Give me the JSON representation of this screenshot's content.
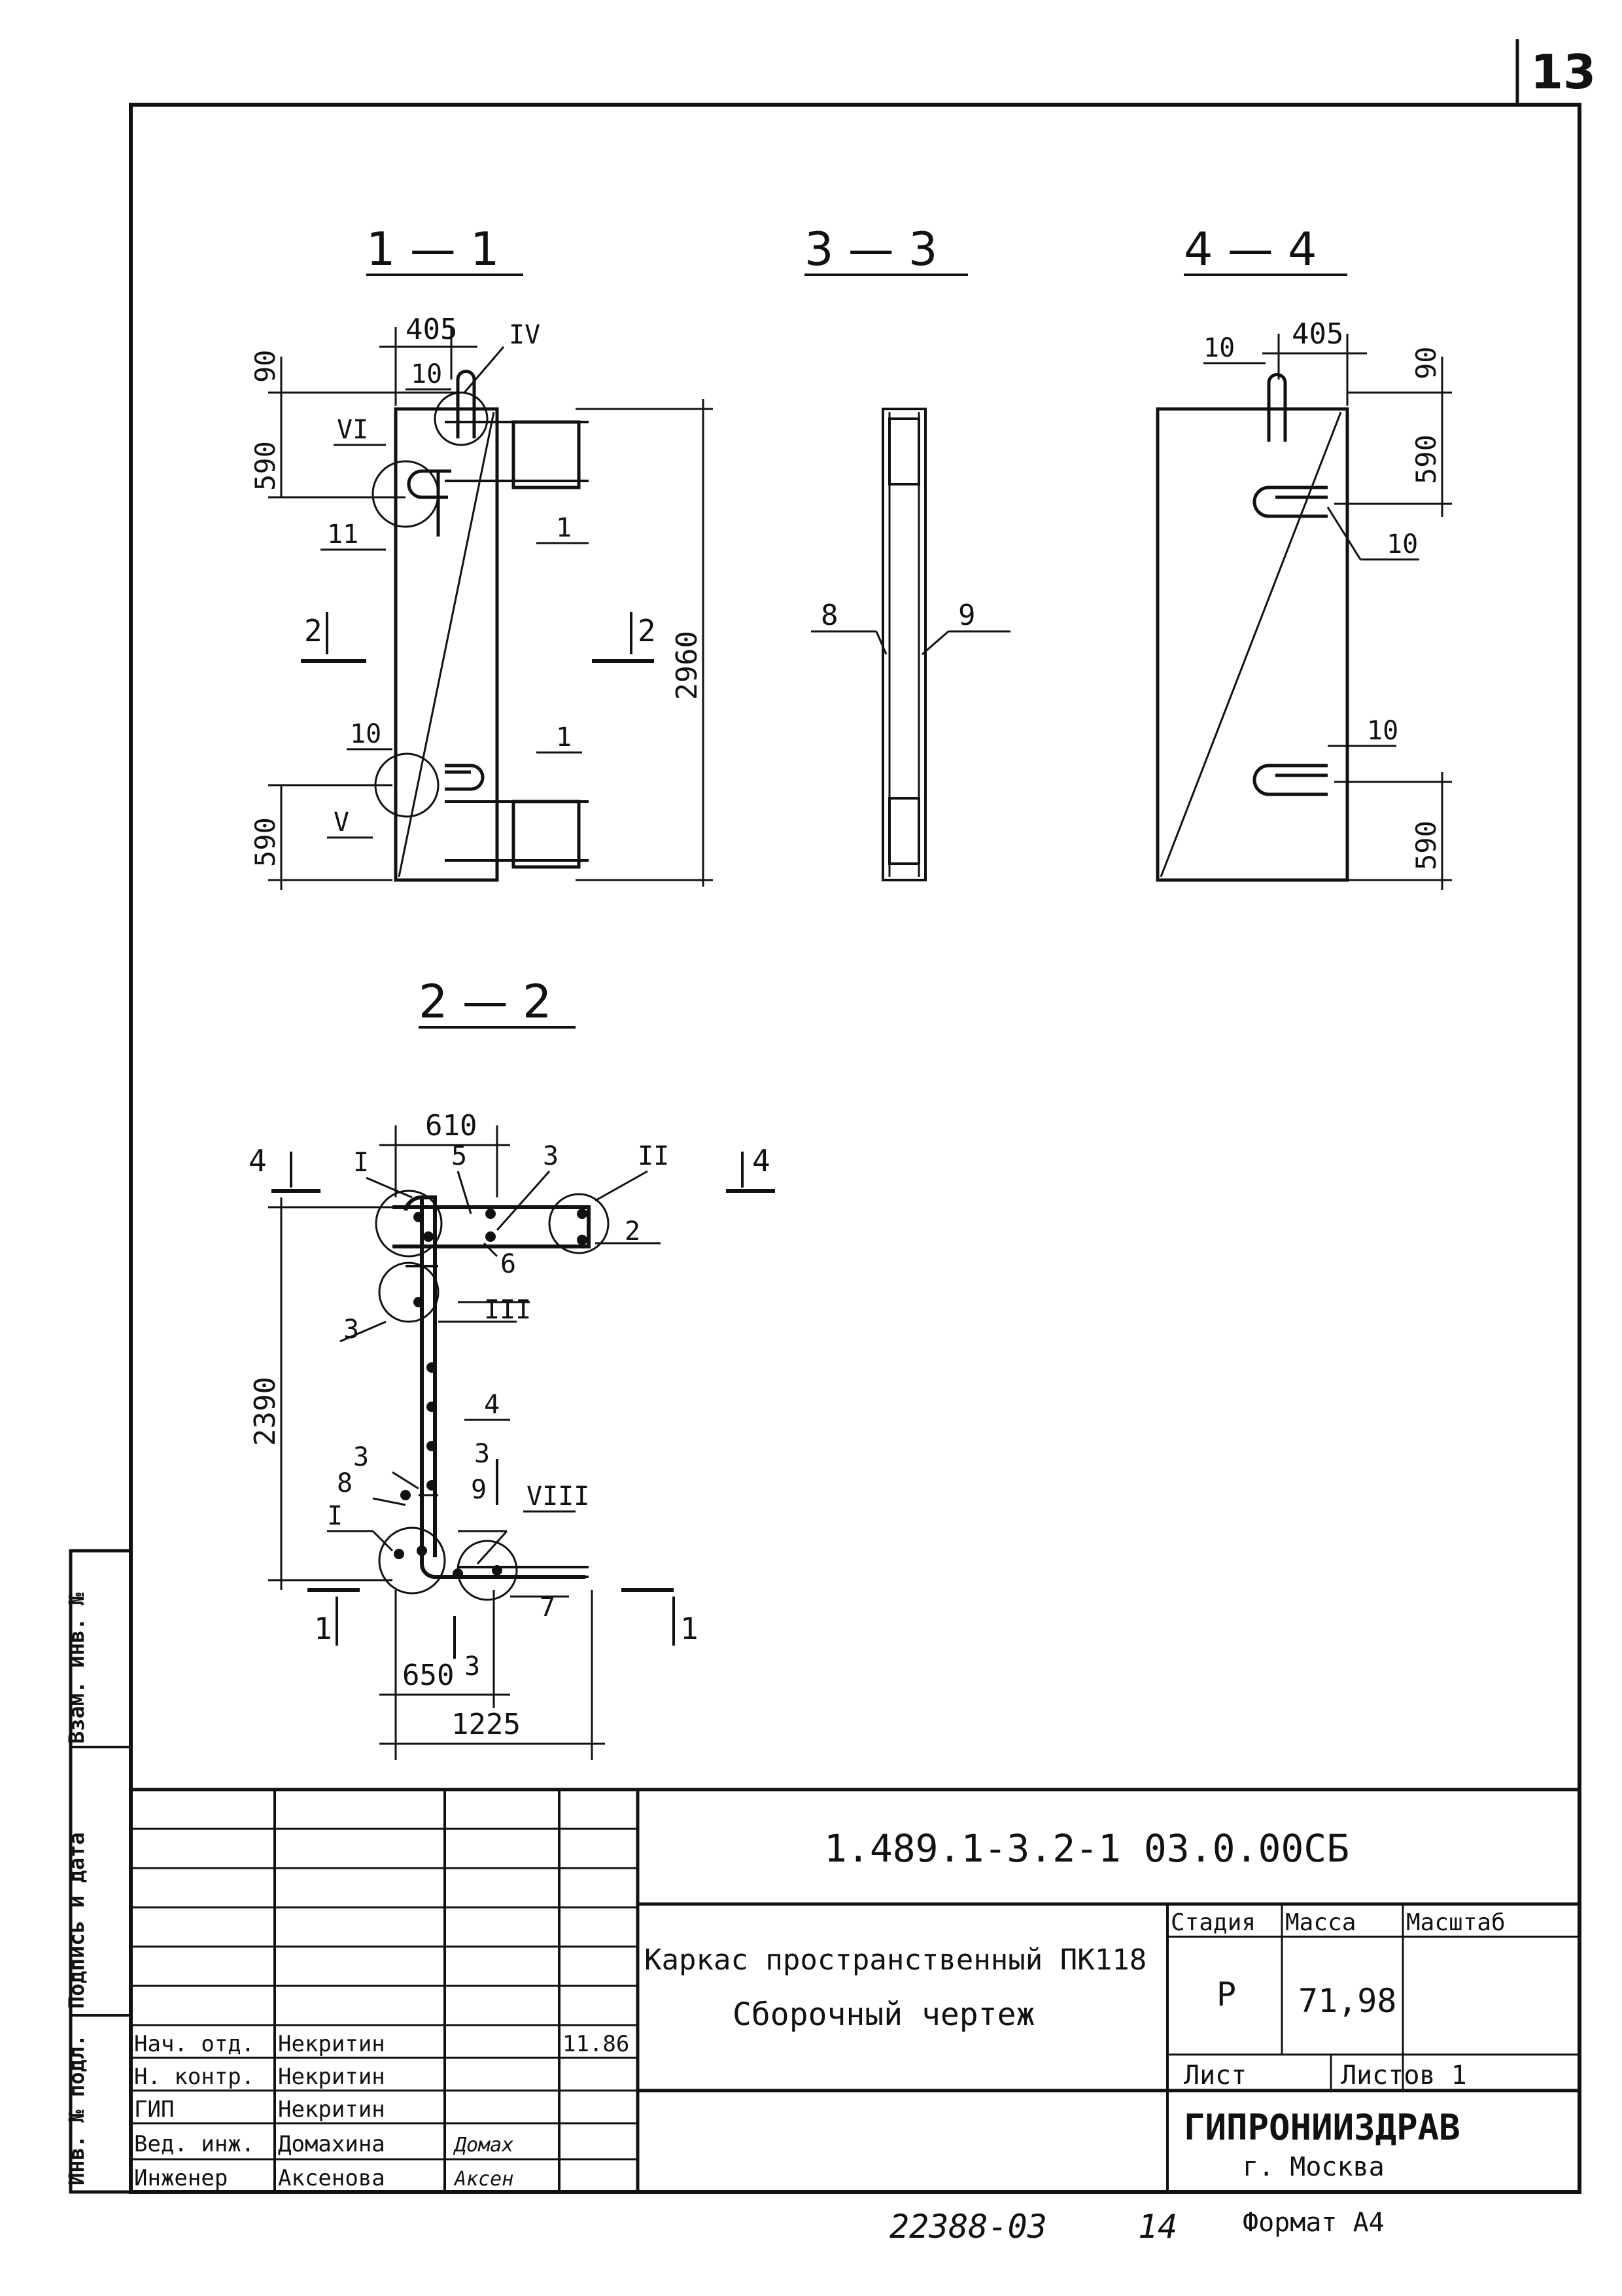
{
  "sheet": {
    "number": "13",
    "document_code": "1.489.1-3.2-1 03.0.00СБ",
    "title_line1": "Каркас пространственный ПК118",
    "title_line2": "Сборочный чертеж",
    "stage_label": "Стадия",
    "mass_label": "Масса",
    "scale_label": "Масштаб",
    "stage_value": "Р",
    "mass_value": "71,98",
    "scale_value": "",
    "sheet_label": "Лист",
    "sheets_label": "Листов 1",
    "organization": "ГИПРОНИИЗДРАВ",
    "city": "г. Москва",
    "archive_number": "22388-03",
    "archive_sheet": "14",
    "format": "Формат А4",
    "side_label_1": "Инв. № подл.",
    "side_label_2": "Подпись и дата",
    "side_label_3": "Взам. инв. №"
  },
  "signatures": [
    {
      "role": "Нач. отд.",
      "name": "Некритин",
      "sign": "",
      "date": "11.86"
    },
    {
      "role": "Н. контр.",
      "name": "Некритин",
      "sign": "",
      "date": ""
    },
    {
      "role": "ГИП",
      "name": "Некритин",
      "sign": "",
      "date": ""
    },
    {
      "role": "Вед. инж.",
      "name": "Домахина",
      "sign": "Домах",
      "date": ""
    },
    {
      "role": "Инженер",
      "name": "Аксенова",
      "sign": "Аксен",
      "date": ""
    }
  ],
  "views": {
    "s11": {
      "title": "1 — 1",
      "dims": [
        "405",
        "90",
        "590",
        "2960",
        "590"
      ],
      "positions": [
        "10",
        "IV",
        "VI",
        "11",
        "1",
        "2",
        "2",
        "10",
        "1",
        "V"
      ]
    },
    "s33": {
      "title": "3 — 3",
      "positions": [
        "8",
        "9"
      ]
    },
    "s44": {
      "title": "4 — 4",
      "dims": [
        "405",
        "90",
        "590",
        "590"
      ],
      "positions": [
        "10",
        "10",
        "10"
      ]
    },
    "s22": {
      "title": "2 — 2",
      "dims": [
        "610",
        "2390",
        "650",
        "1225"
      ],
      "positions": [
        "4",
        "I",
        "5",
        "3",
        "II",
        "4",
        "2",
        "6",
        "3",
        "III",
        "4",
        "3",
        "3",
        "8",
        "9",
        "VIII",
        "I",
        "7",
        "1",
        "1",
        "3"
      ]
    }
  }
}
